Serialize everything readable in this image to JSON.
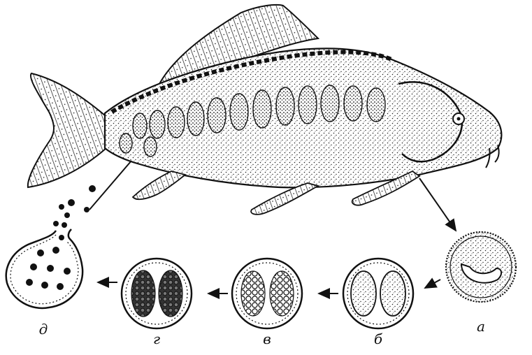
{
  "figure": {
    "stage_labels": {
      "a": "а",
      "b": "б",
      "v": "в",
      "g": "г",
      "d": "д"
    },
    "colors": {
      "ink": "#111111",
      "paper": "#ffffff"
    }
  }
}
